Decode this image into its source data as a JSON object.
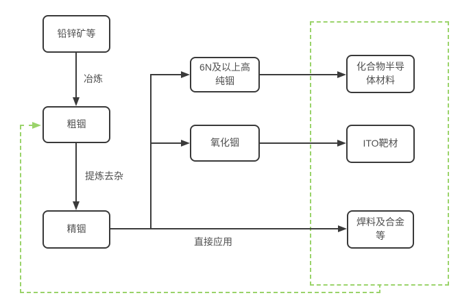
{
  "diagram": {
    "title_hint": "indium industry chain flowchart",
    "nodes": {
      "ore": "铅锌矿等",
      "crude_indium": "粗铟",
      "refined_indium": "精铟",
      "high_purity_indium": "6N及以上高\n纯铟",
      "indium_oxide": "氧化铟",
      "compound_semiconductor": "化合物半导\n体材料",
      "ito_target": "ITO靶材",
      "solder_alloy": "焊料及合金\n等"
    },
    "edge_labels": {
      "smelting": "冶炼",
      "refining": "提炼去杂",
      "direct_application": "直接应用"
    },
    "colors": {
      "line": "#3a3a3a",
      "box_border": "#383838",
      "text": "#4f4f4f",
      "recycle_green": "#9ad36a",
      "background": "#ffffff"
    }
  }
}
